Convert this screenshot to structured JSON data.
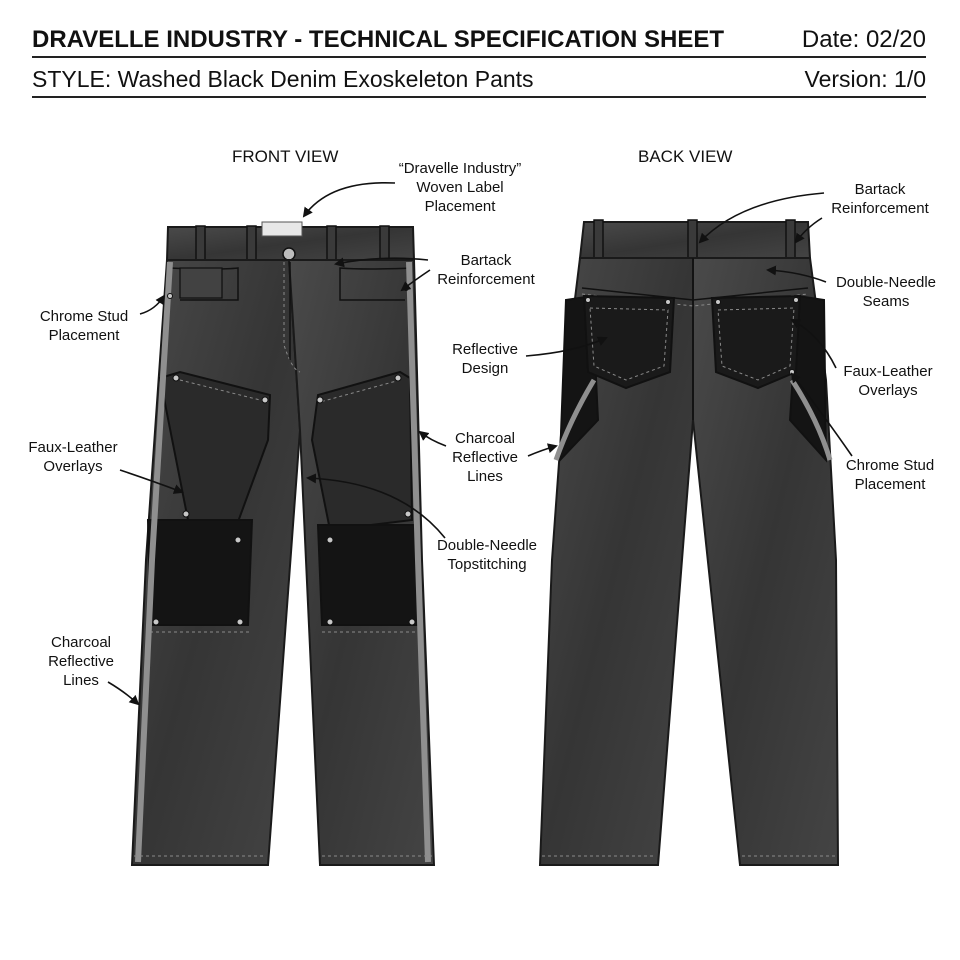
{
  "header": {
    "title": "DRAVELLE INDUSTRY - TECHNICAL SPECIFICATION SHEET",
    "date": "Date: 02/20",
    "style": "STYLE: Washed Black Denim Exoskeleton Pants",
    "version": "Version: 1/0"
  },
  "views": {
    "front": "FRONT VIEW",
    "back": "BACK VIEW"
  },
  "callouts": {
    "front_woven_label": "“Dravelle Industry”\nWoven Label\nPlacement",
    "front_bartack": "Bartack\nReinforcement",
    "front_chrome_stud": "Chrome Stud\nPlacement",
    "front_faux_leather": "Faux-Leather\nOverlays",
    "front_charcoal_right": "Charcoal\nReflective\nLines",
    "front_double_needle": "Double-Needle\nTopstitching",
    "front_charcoal_left": "Charcoal\nReflective\nLines",
    "back_bartack": "Bartack\nReinforcement",
    "back_double_needle": "Double-Needle\nSeams",
    "back_reflective": "Reflective\nDesign",
    "back_faux_leather": "Faux-Leather\nOverlays",
    "back_chrome_stud": "Chrome Stud\nPlacement"
  },
  "colors": {
    "denim": "#3d3d3d",
    "denim_light": "#565656",
    "leather": "#141414",
    "reflective": "#8f8f8f",
    "stitch": "#9a9a9a",
    "stud": "#c8c8c8",
    "ink": "#1a1a1a"
  }
}
